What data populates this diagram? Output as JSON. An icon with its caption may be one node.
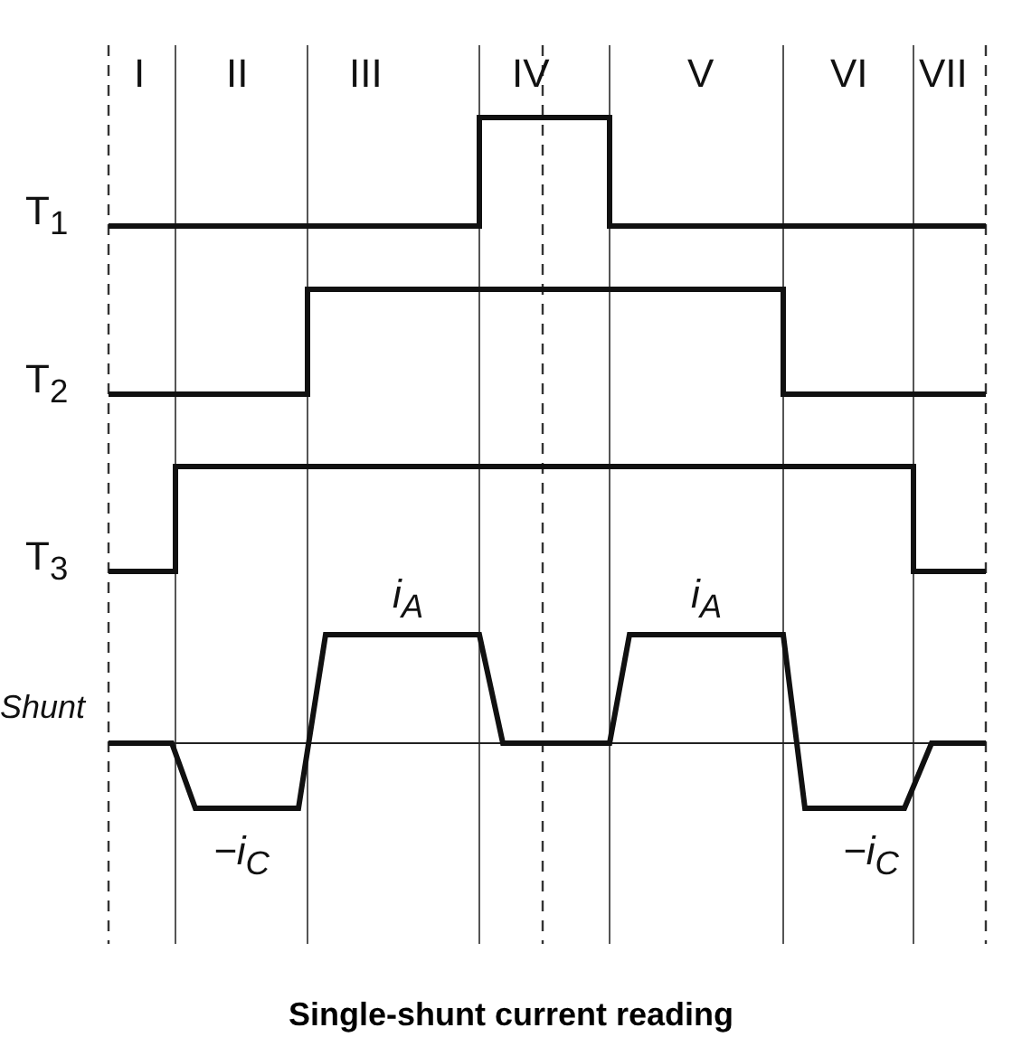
{
  "diagram": {
    "caption": "Single-shunt current reading",
    "labels": [
      "I",
      "II",
      "III",
      "IV",
      "V",
      "VI",
      "VII",
      "T$_{1}$",
      "T$_{2}$",
      "T$_{3}$",
      "i$_{A}$",
      "i$_{A}$",
      "Shunt",
      "−i$_{C}$",
      "−i$_{C}$"
    ]
  }
}
